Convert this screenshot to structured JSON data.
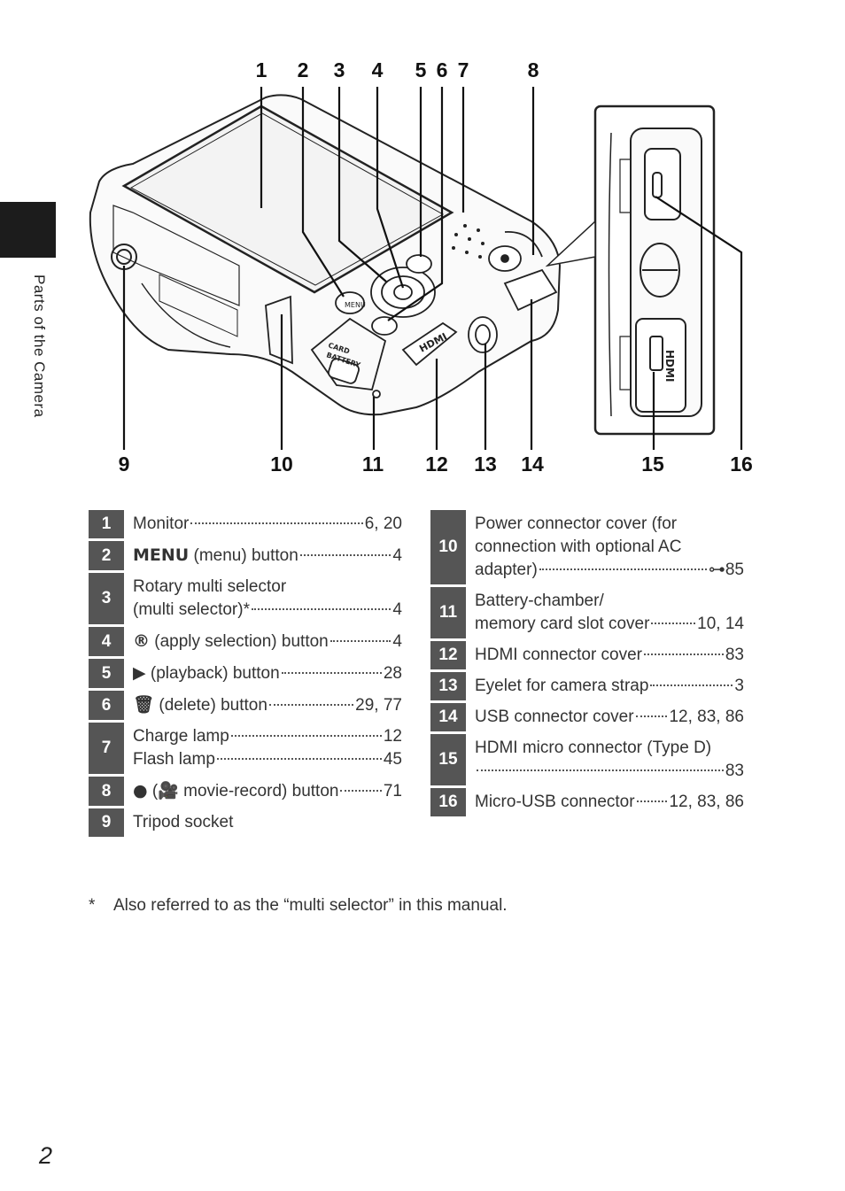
{
  "sidebar": {
    "section_label": "Parts of the Camera"
  },
  "callouts": {
    "top": [
      "1",
      "2",
      "3",
      "4",
      "5",
      "6",
      "7",
      "8"
    ],
    "bottom": [
      "9",
      "10",
      "11",
      "12",
      "13",
      "14",
      "15",
      "16"
    ]
  },
  "camera_markings": {
    "hdmi_cover": "HDMI",
    "card_label": "CARD",
    "battery_label": "BATTERY",
    "side_port": "HDMI"
  },
  "left_table": [
    {
      "num": "1",
      "lines": [
        {
          "text": "Monitor",
          "page": "6, 20"
        }
      ]
    },
    {
      "num": "2",
      "symbol": "MENU",
      "lines": [
        {
          "text": " (menu) button",
          "page": "4"
        }
      ]
    },
    {
      "num": "3",
      "lines": [
        {
          "text": "Rotary multi selector",
          "page": ""
        },
        {
          "text": "(multi selector)*",
          "page": "4"
        }
      ]
    },
    {
      "num": "4",
      "symbol": "®",
      "lines": [
        {
          "text": " (apply selection) button ",
          "page": "4"
        }
      ]
    },
    {
      "num": "5",
      "symbol": "▶",
      "lines": [
        {
          "text": " (playback) button",
          "page": "28"
        }
      ]
    },
    {
      "num": "6",
      "symbol": "🗑",
      "lines": [
        {
          "text": " (delete) button",
          "page": "29, 77"
        }
      ]
    },
    {
      "num": "7",
      "lines": [
        {
          "text": "Charge lamp",
          "page": "12"
        },
        {
          "text": "Flash lamp",
          "page": "45"
        }
      ]
    },
    {
      "num": "8",
      "symbol": "●",
      "lines": [
        {
          "text": " (",
          "symbol2": "🎥",
          "text2": " movie-record) button",
          "page": "71"
        }
      ]
    },
    {
      "num": "9",
      "lines": [
        {
          "text": "Tripod socket",
          "page": ""
        }
      ]
    }
  ],
  "right_table": [
    {
      "num": "10",
      "lines": [
        {
          "text": "Power connector cover (for",
          "page": ""
        },
        {
          "text": "connection with optional AC",
          "page": ""
        },
        {
          "text": "adapter) ",
          "page": "⊶85"
        }
      ]
    },
    {
      "num": "11",
      "lines": [
        {
          "text": "Battery-chamber/",
          "page": ""
        },
        {
          "text": "memory card slot cover ",
          "page": "10, 14"
        }
      ]
    },
    {
      "num": "12",
      "lines": [
        {
          "text": "HDMI connector cover",
          "page": "83"
        }
      ]
    },
    {
      "num": "13",
      "lines": [
        {
          "text": "Eyelet for camera strap ",
          "page": "3"
        }
      ]
    },
    {
      "num": "14",
      "lines": [
        {
          "text": "USB connector cover ",
          "page": "12, 83, 86"
        }
      ]
    },
    {
      "num": "15",
      "lines": [
        {
          "text": "HDMI micro connector (Type D)",
          "page": ""
        },
        {
          "text": " ",
          "page": "83"
        }
      ]
    },
    {
      "num": "16",
      "lines": [
        {
          "text": "Micro-USB connector",
          "page": "12, 83, 86"
        }
      ]
    }
  ],
  "footnote": {
    "marker": "*",
    "text": "Also referred to as the “multi selector” in this manual."
  },
  "page_number": "2"
}
